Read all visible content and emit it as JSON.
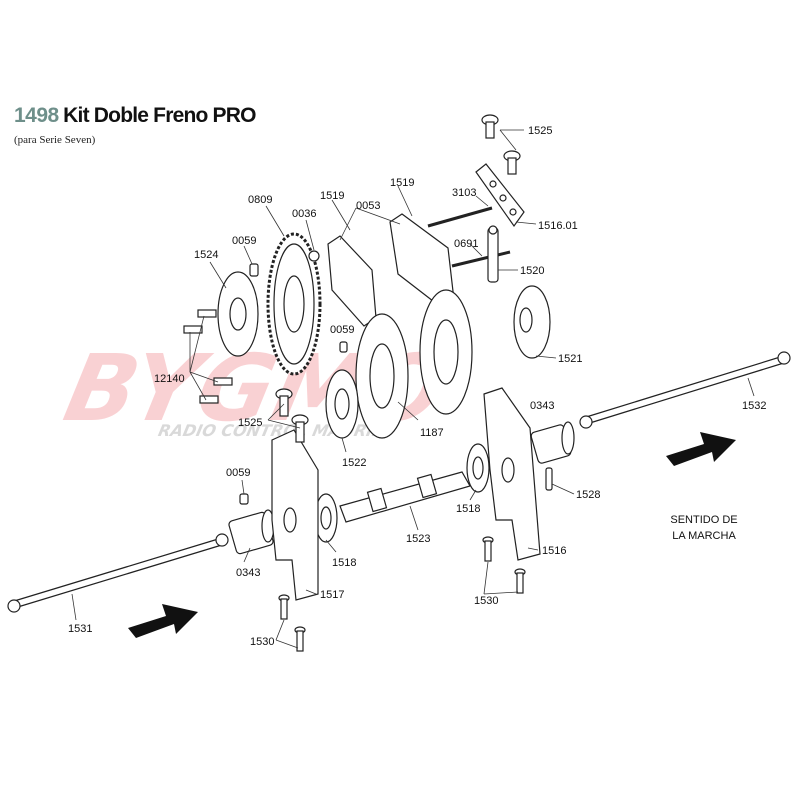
{
  "header": {
    "code": "1498",
    "name": "Kit Doble Freno PRO",
    "subtitle": "(para Serie Seven)"
  },
  "watermark": {
    "brand": "BYGMO",
    "tagline": "RADIO CONTROL MADRID",
    "color": "#e8323c"
  },
  "direction": {
    "line1": "SENTIDO DE",
    "line2": "LA MARCHA"
  },
  "parts": {
    "p1525a": "1525",
    "p1516_01": "1516.01",
    "p3103": "3103",
    "p0691": "0691",
    "p1520": "1520",
    "p1519a": "1519",
    "p1519b": "1519",
    "p0053": "0053",
    "p0036": "0036",
    "p0809": "0809",
    "p0059a": "0059",
    "p1524": "1524",
    "p0059b": "0059",
    "p1521": "1521",
    "p12140": "12140",
    "p1532": "1532",
    "p0343a": "0343",
    "p1525b": "1525",
    "p1187": "1187",
    "p1522": "1522",
    "p1528": "1528",
    "p0059c": "0059",
    "p1518a": "1518",
    "p1523": "1523",
    "p1518b": "1518",
    "p1516": "1516",
    "p0343b": "0343",
    "p1517": "1517",
    "p1530a": "1530",
    "p1531": "1531",
    "p1530b": "1530"
  }
}
